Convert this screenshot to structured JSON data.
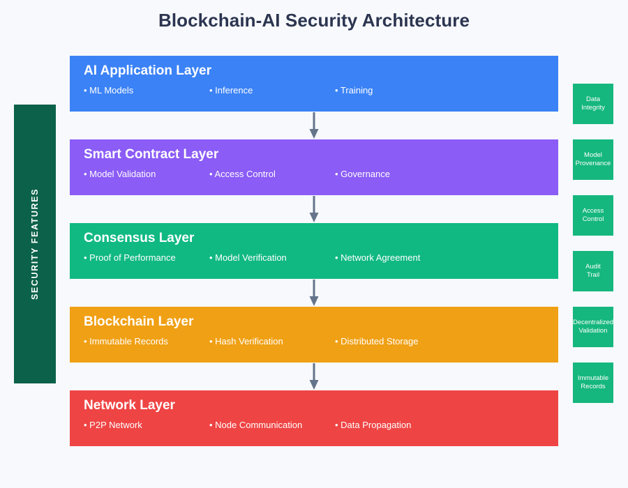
{
  "page": {
    "title": "Blockchain-AI Security Architecture",
    "background_color": "#f7f9fc",
    "title_color": "#2c3550"
  },
  "sidebar": {
    "label": "SECURITY FEATURES",
    "color": "#0b6149",
    "orientation": "vertical-bottom-to-top"
  },
  "arrows": {
    "icon": "arrow-down-icon",
    "color": "#64748b",
    "count": 4
  },
  "layers": [
    {
      "title": "AI Application Layer",
      "color": "#3b82f6",
      "items": [
        "• ML Models",
        "• Inference",
        "• Training"
      ]
    },
    {
      "title": "Smart Contract Layer",
      "color": "#8b5cf6",
      "items": [
        "• Model Validation",
        "• Access Control",
        "• Governance"
      ]
    },
    {
      "title": "Consensus Layer",
      "color": "#10b981",
      "items": [
        "• Proof of Performance",
        "• Model Verification",
        "• Network Agreement"
      ]
    },
    {
      "title": "Blockchain Layer",
      "color": "#f0a014",
      "items": [
        "• Immutable Records",
        "• Hash Verification",
        "• Distributed Storage"
      ]
    },
    {
      "title": "Network Layer",
      "color": "#ef4444",
      "items": [
        "• P2P Network",
        "• Node Communication",
        "• Data Propagation"
      ]
    }
  ],
  "features": [
    {
      "label": "Data\nIntegrity",
      "color": "#15b77e"
    },
    {
      "label": "Model\nProvenance",
      "color": "#15b77e"
    },
    {
      "label": "Access\nControl",
      "color": "#15b77e"
    },
    {
      "label": "Audit\nTrail",
      "color": "#15b77e"
    },
    {
      "label": "Decentralized\nValidation",
      "color": "#15b77e"
    },
    {
      "label": "Immutable\nRecords",
      "color": "#15b77e"
    }
  ]
}
